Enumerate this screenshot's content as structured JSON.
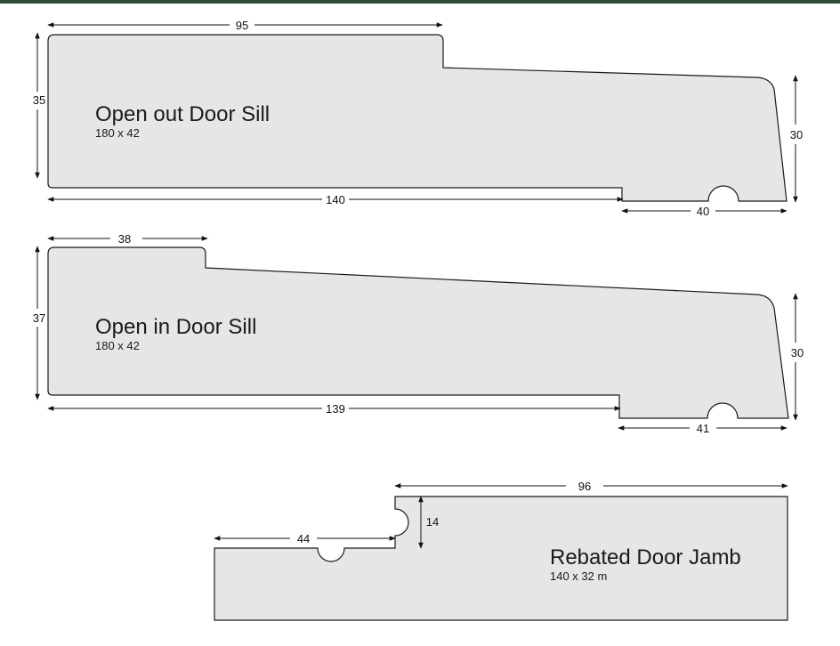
{
  "colors": {
    "profile_fill": "#e6e6e8",
    "outline": "#1a1a1a",
    "top_bar": "#2f4f3a"
  },
  "profiles": [
    {
      "name": "Open out Door Sill",
      "size": "180 x 42",
      "dims": {
        "top_width": "95",
        "left_height": "35",
        "bottom_width": "140",
        "step_width": "40",
        "right_height": "30"
      }
    },
    {
      "name": "Open in Door Sill",
      "size": "180 x 42",
      "dims": {
        "top_width": "38",
        "left_height": "37",
        "bottom_width": "139",
        "step_width": "41",
        "right_height": "30"
      }
    },
    {
      "name": "Rebated Door Jamb",
      "size": "140 x 32 m",
      "dims": {
        "top_width": "96",
        "rebate_height": "14",
        "rebate_width": "44"
      }
    }
  ]
}
